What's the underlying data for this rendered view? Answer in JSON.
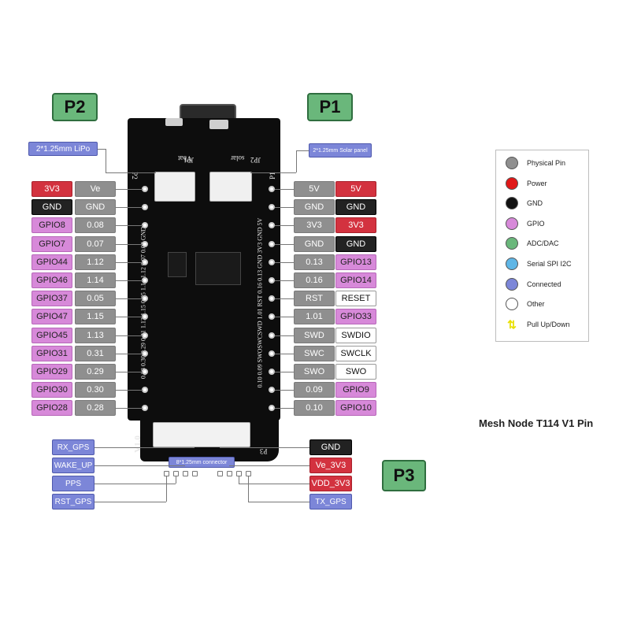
{
  "headers": {
    "p1": "P1",
    "p2": "P2",
    "p3": "P3"
  },
  "connectors": {
    "lipo": "2*1.25mm LiPo",
    "solar": "2*1.25mm Solar panel",
    "gps": "8*1.25mm connector"
  },
  "left_pins": [
    {
      "func": "3V3",
      "func_type": "power",
      "num": "Ve"
    },
    {
      "func": "GND",
      "func_type": "gnd",
      "num": "GND"
    },
    {
      "func": "GPIO8",
      "func_type": "gpio",
      "num": "0.08"
    },
    {
      "func": "GPIO7",
      "func_type": "gpio",
      "num": "0.07"
    },
    {
      "func": "GPIO44",
      "func_type": "gpio",
      "num": "1.12"
    },
    {
      "func": "GPIO46",
      "func_type": "gpio",
      "num": "1.14"
    },
    {
      "func": "GPIO37",
      "func_type": "gpio",
      "num": "0.05"
    },
    {
      "func": "GPIO47",
      "func_type": "gpio",
      "num": "1.15"
    },
    {
      "func": "GPIO45",
      "func_type": "gpio",
      "num": "1.13"
    },
    {
      "func": "GPIO31",
      "func_type": "gpio",
      "num": "0.31"
    },
    {
      "func": "GPIO29",
      "func_type": "gpio",
      "num": "0.29"
    },
    {
      "func": "GPIO30",
      "func_type": "gpio",
      "num": "0.30"
    },
    {
      "func": "GPIO28",
      "func_type": "gpio",
      "num": "0.28"
    }
  ],
  "right_pins": [
    {
      "num": "5V",
      "func": "5V",
      "func_type": "power"
    },
    {
      "num": "GND",
      "func": "GND",
      "func_type": "gnd"
    },
    {
      "num": "3V3",
      "func": "3V3",
      "func_type": "power"
    },
    {
      "num": "GND",
      "func": "GND",
      "func_type": "gnd"
    },
    {
      "num": "0.13",
      "func": "GPIO13",
      "func_type": "gpio"
    },
    {
      "num": "0.16",
      "func": "GPIO14",
      "func_type": "gpio"
    },
    {
      "num": "RST",
      "func": "RESET",
      "func_type": "other"
    },
    {
      "num": "1.01",
      "func": "GPIO33",
      "func_type": "gpio"
    },
    {
      "num": "SWD",
      "func": "SWDIO",
      "func_type": "other"
    },
    {
      "num": "SWC",
      "func": "SWCLK",
      "func_type": "other"
    },
    {
      "num": "SWO",
      "func": "SWO",
      "func_type": "other"
    },
    {
      "num": "0.09",
      "func": "GPIO9",
      "func_type": "gpio"
    },
    {
      "num": "0.10",
      "func": "GPIO10",
      "func_type": "gpio"
    }
  ],
  "p3_left": [
    "RX_GPS",
    "WAKE_UP",
    "PPS",
    "RST_GPS"
  ],
  "p3_right": [
    {
      "label": "GND",
      "type": "gnd"
    },
    {
      "label": "Ve_3V3",
      "type": "power"
    },
    {
      "label": "VDD_3V3",
      "type": "power"
    },
    {
      "label": "TX_GPS",
      "type": "connected"
    }
  ],
  "silkscreen": {
    "left_row": "0.28 0.30 0.29 0.31 1.13 1.15 0.05 1.14 1.12 0.07 0.08 GND",
    "right_row": "0.10 0.09 SWOSWCSWD 1.01 RST 0.16 0.13 GND 3V3 GND 5V",
    "version": "V1.0",
    "p1": "P1",
    "p2": "P2",
    "p3": "P3",
    "jp1": "JP1",
    "jp2": "JP2",
    "vbat": "Vbat",
    "solar": "solar"
  },
  "legend": [
    {
      "label": "Physical Pin",
      "color": "#8f8f8f"
    },
    {
      "label": "Power",
      "color": "#e01818"
    },
    {
      "label": "GND",
      "color": "#111111"
    },
    {
      "label": "GPIO",
      "color": "#d789d9"
    },
    {
      "label": "ADC/DAC",
      "color": "#6ab77b"
    },
    {
      "label": "Serial SPI I2C",
      "color": "#5fb6e6"
    },
    {
      "label": "Connected",
      "color": "#7c86d8"
    },
    {
      "label": "Other",
      "color": "#ffffff"
    },
    {
      "label": "Pull Up/Down",
      "color": "#e8e000"
    }
  ],
  "caption": "Mesh Node T114 V1 Pin",
  "colors": {
    "power": "#d3323f",
    "gnd": "#222222",
    "gpio": "#d789d9",
    "physical": "#8f8f8f",
    "connected": "#7c86d8",
    "other": "#ffffff",
    "header": "#6ab77b",
    "board": "#0d0d0d"
  }
}
